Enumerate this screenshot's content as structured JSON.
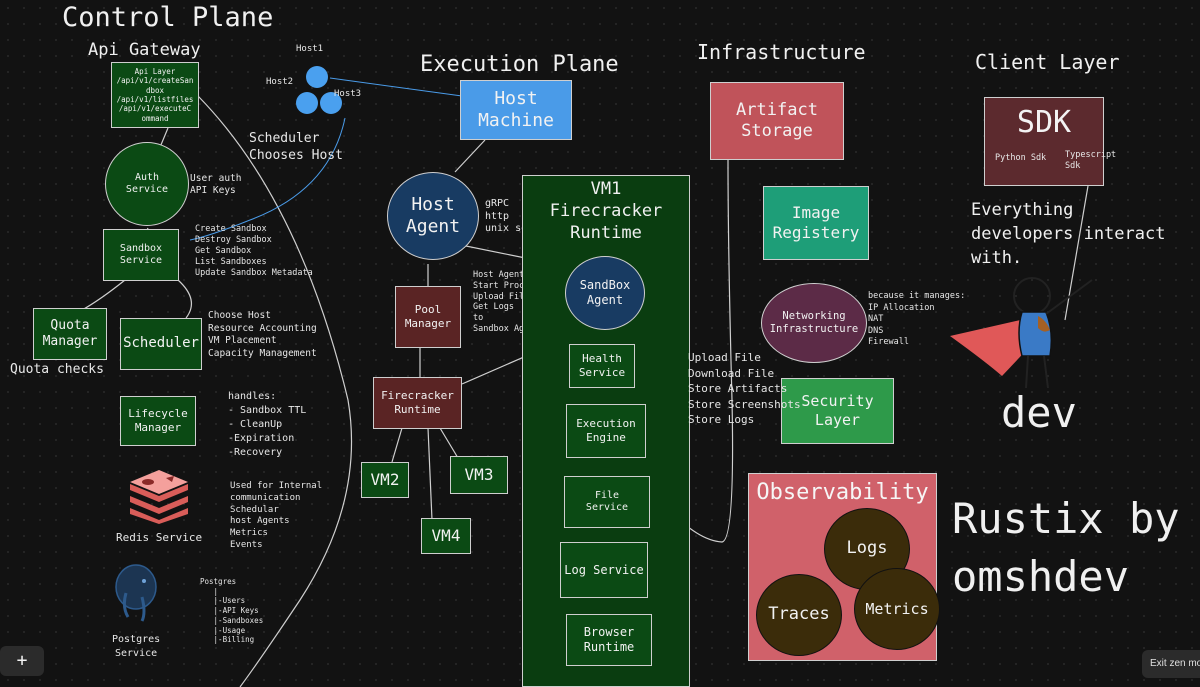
{
  "sections": {
    "control_plane": "Control Plane",
    "api_gateway": "Api Gateway",
    "execution_plane": "Execution Plane",
    "infrastructure": "Infrastructure",
    "client_layer": "Client Layer"
  },
  "control": {
    "api_layer": "Api Layer\n/api/v1/createSan\ndbox\n/api/v1/listfiles\n/api/v1/executeC\nommand",
    "hosts": [
      "Host1",
      "Host2",
      "Host3"
    ],
    "scheduler_note": "Scheduler\nChooses Host",
    "auth_service": "Auth\nService",
    "auth_note": "User auth\nAPI Keys",
    "sandbox_service": "Sandbox\nService",
    "sandbox_note": "Create Sandbox\nDestroy Sandbox\nGet Sandbox\nList Sandboxes\nUpdate Sandbox Metadata",
    "quota_manager": "Quota\nManager",
    "quota_note": "Quota checks",
    "scheduler": "Scheduler",
    "scheduler_duties": "Choose Host\nResource Accounting\nVM Placement\nCapacity Management",
    "lifecycle_manager": "Lifecycle\nManager",
    "lifecycle_note": "handles:\n- Sandbox TTL\n- CleanUp\n-Expiration\n-Recovery",
    "redis_label": "Redis Service",
    "redis_note": "Used for Internal\ncommunication\nSchedular\nhost Agents\nMetrics\nEvents",
    "postgres_label": "Postgres\nService",
    "postgres_tree": "Postgres\n   |\n   |-Users\n   |-API Keys\n   |-Sandboxes\n   |-Usage\n   |-Billing"
  },
  "execution": {
    "host_machine": "Host\nMachine",
    "host_agent": "Host\nAgent",
    "protocols": "gRPC\nhttp\nunix socket",
    "pool_manager": "Pool\nManager",
    "host_agent_note": "Host Agent sends\nStart Process\nUpload File\nGet Logs\nto\nSandbox Agent",
    "firecracker_runtime": "Firecracker\nRuntime",
    "vms": [
      "VM2",
      "VM3",
      "VM4"
    ],
    "vm1_title": "VM1\nFirecracker\nRuntime",
    "sandbox_agent": "SandBox\nAgent",
    "health_service": "Health\nService",
    "execution_engine": "Execution\nEngine",
    "file_service": "File\nService",
    "log_service": "Log Service",
    "browser_runtime": "Browser\nRuntime"
  },
  "infra": {
    "artifact_storage": "Artifact\nStorage",
    "image_registry": "Image\nRegistery",
    "networking": "Networking\nInfrastructure",
    "networking_note": "because it manages:\nIP Allocation\nNAT\nDNS\nFirewall",
    "security_layer": "Security\nLayer",
    "file_note": "Upload File\nDownload File\nStore Artifacts\nStore Screenshots\nStore Logs",
    "observability": "Observability",
    "logs": "Logs",
    "traces": "Traces",
    "metrics": "Metrics"
  },
  "client": {
    "sdk": "SDK",
    "python_sdk": "Python Sdk",
    "typescript_sdk": "Typescript\nSdk",
    "note": "Everything\ndevelopers interact\nwith.",
    "dev": "dev",
    "brand": "Rustix by\nomshdev"
  },
  "ui": {
    "add_button": "+",
    "exit_zen": "Exit zen mod"
  },
  "colors": {
    "background": "#121212",
    "green_box": "#0b4a14",
    "vm_container": "#0a3d10",
    "maroon_box": "#5a2424",
    "navy_circle": "#183b62",
    "host_machine": "#4a9be8",
    "artifact_storage": "#c0535a",
    "image_registry": "#1e9e78",
    "networking": "#5c2b47",
    "security": "#2e9a4a",
    "observability": "#d0616a",
    "obs_circle": "#3b2c0a",
    "sdk_box": "#5c2a2e",
    "redis": "#f08a86",
    "host_dots": "#4aa0ef"
  }
}
